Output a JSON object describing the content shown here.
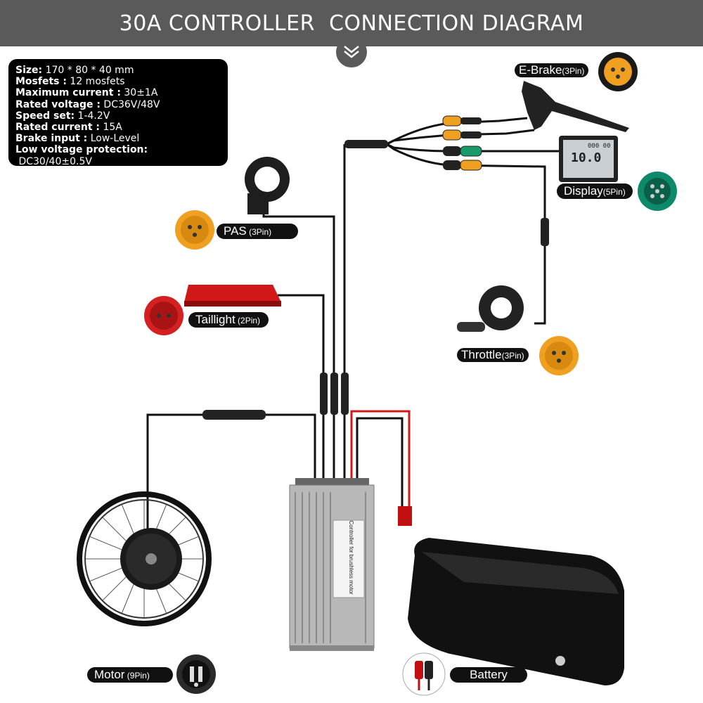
{
  "title": "30A CONTROLLER  CONNECTION DIAGRAM",
  "specs": [
    {
      "key": "Size:",
      "value": " 170 * 80 * 40 mm"
    },
    {
      "key": "Mosfets :",
      "value": " 12 mosfets"
    },
    {
      "key": "Maximum current :",
      "value": " 30±1A"
    },
    {
      "key": "Rated voltage :",
      "value": " DC36V/48V"
    },
    {
      "key": "Speed set:",
      "value": " 1-4.2V"
    },
    {
      "key": "Rated current :",
      "value": " 15A"
    },
    {
      "key": "Brake input :",
      "value": " Low-Level"
    },
    {
      "key": "Low voltage protection:",
      "value": " DC30/40±0.5V"
    }
  ],
  "components": {
    "ebrake": {
      "name": "E-Brake",
      "pins": "(3Pin)"
    },
    "display": {
      "name": "Display",
      "pins": "(5Pin)",
      "lcd_main": "10.0",
      "lcd_top": "000 00"
    },
    "pas": {
      "name": "PAS",
      "pins": " (3Pin)"
    },
    "taillight": {
      "name": "Taillight",
      "pins": " (2Pin)"
    },
    "throttle": {
      "name": "Throttle",
      "pins": "(3Pin)"
    },
    "motor": {
      "name": "Motor",
      "pins": " (9Pin)"
    },
    "battery": {
      "name": "Battery"
    }
  },
  "controller": {
    "label": "Controller for brushless motor"
  },
  "colors": {
    "header_bg": "#5a5a5a",
    "connector_orange": "#f0a020",
    "connector_red": "#d42020",
    "connector_green": "#0e8a6a",
    "wire": "#111111",
    "wire_red": "#d01818"
  }
}
